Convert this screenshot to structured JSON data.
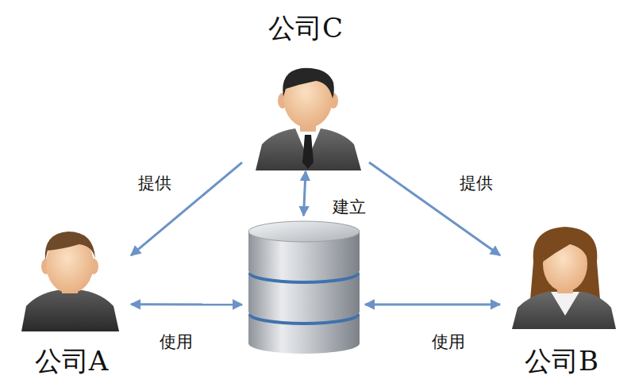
{
  "diagram": {
    "nodes": [
      {
        "text": [
          "公司C"
        ]
      },
      {
        "text": [
          "公司A"
        ]
      },
      {
        "text": []
      },
      {
        "text": [
          "公司B"
        ]
      }
    ],
    "edges": [
      {
        "from": 0,
        "to": 1,
        "label": "提供",
        "arrow": "to"
      },
      {
        "from": 0,
        "to": 3,
        "label": "提供",
        "arrow": "to"
      },
      {
        "from": 0,
        "to": 2,
        "label": "建立",
        "arrow": "both"
      },
      {
        "from": 1,
        "to": 2,
        "label": "使用",
        "arrow": "both"
      },
      {
        "from": 3,
        "to": 2,
        "label": "使用",
        "arrow": "both"
      }
    ]
  }
}
